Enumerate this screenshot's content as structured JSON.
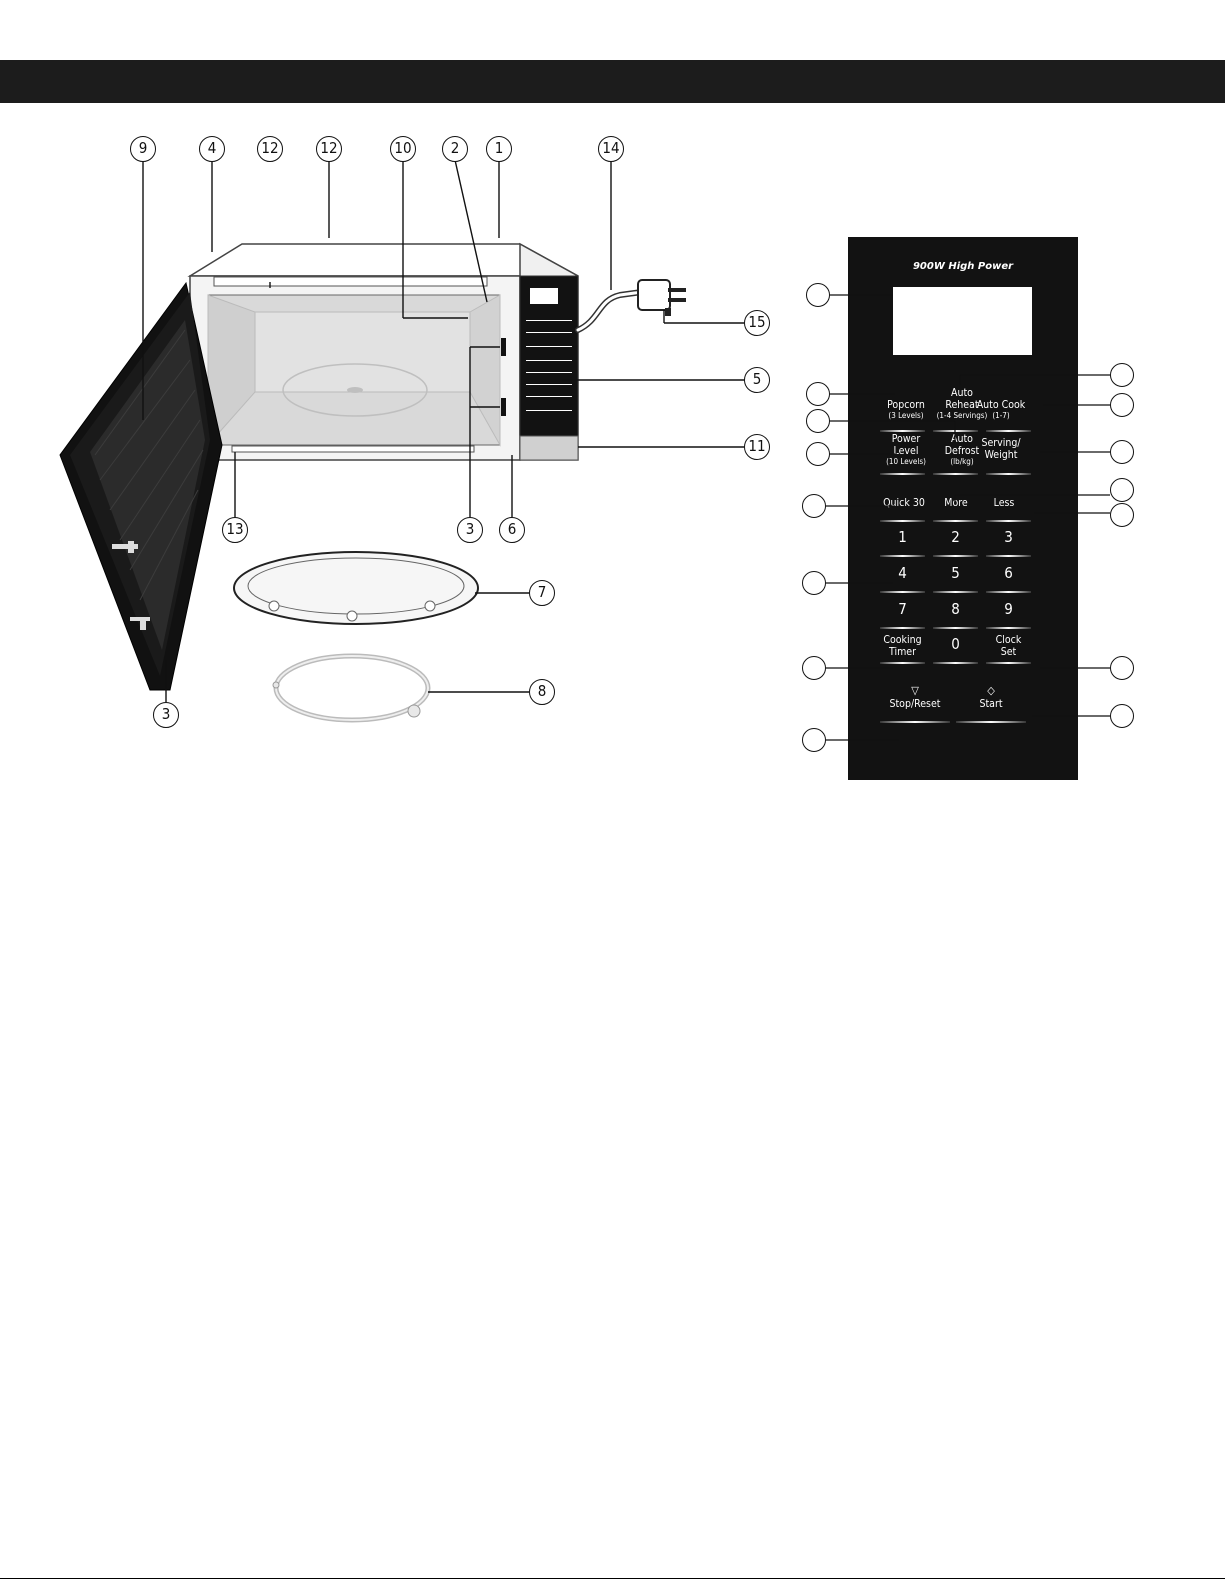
{
  "figure": {
    "callout_labels": {
      "c9": "9",
      "c4": "4",
      "c12a": "12",
      "c12b": "12",
      "c10": "10",
      "c2": "2",
      "c1": "1",
      "c14": "14",
      "c15": "15",
      "c5": "5",
      "c11": "11",
      "c13": "13",
      "c3a": "3",
      "c6": "6",
      "c7": "7",
      "c8": "8",
      "c3b": "3"
    }
  },
  "control_panel": {
    "title": "900W High Power",
    "keys": {
      "popcorn": "Popcorn",
      "popcorn_sub": "(3 Levels)",
      "auto_reheat": "Auto",
      "auto_reheat_2": "Reheat",
      "auto_reheat_sub": "(1-4 Servings)",
      "auto_cook": "Auto Cook",
      "auto_cook_sub": "(1-7)",
      "power_level": "Power",
      "power_level_2": "Level",
      "power_level_sub": "(10 Levels)",
      "auto_defrost": "Auto",
      "auto_defrost_2": "Defrost",
      "auto_defrost_sub": "(lb/kg)",
      "serving_weight": "Serving/",
      "serving_weight_2": "Weight",
      "quick30": "Quick 30",
      "more": "More",
      "less": "Less",
      "n1": "1",
      "n2": "2",
      "n3": "3",
      "n4": "4",
      "n5": "5",
      "n6": "6",
      "n7": "7",
      "n8": "8",
      "n9": "9",
      "n0": "0",
      "cooking_timer": "Cooking",
      "cooking_timer_2": "Timer",
      "clock_set": "Clock",
      "clock_set_2": "Set",
      "stop_reset": "Stop/Reset",
      "start": "Start",
      "stop_icon": "▽",
      "start_icon": "◇"
    }
  }
}
